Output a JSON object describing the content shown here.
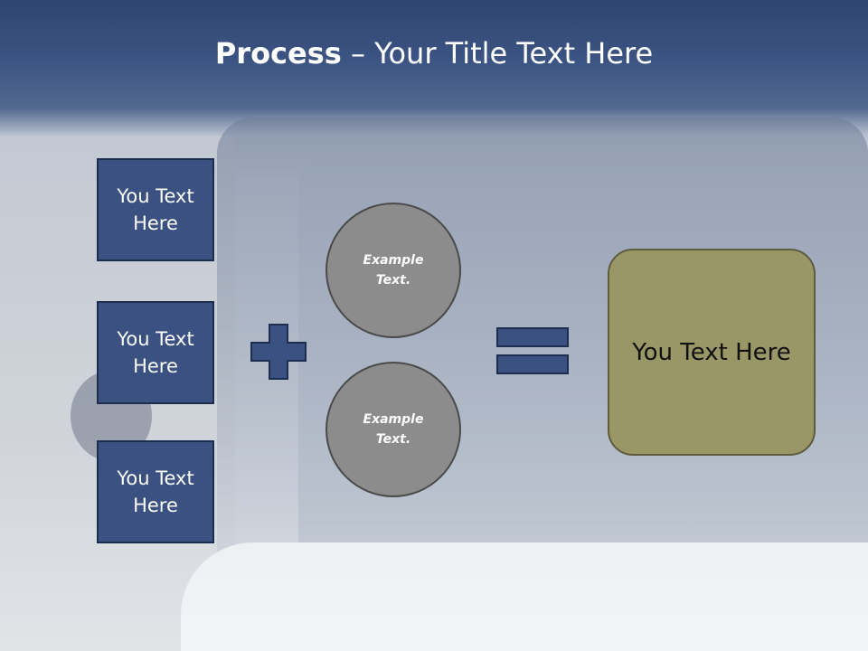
{
  "title": {
    "bold": "Process",
    "rest": " – Your Title Text Here"
  },
  "boxes": [
    "You Text Here",
    "You Text Here",
    "You Text Here"
  ],
  "circles": [
    "Example Text.",
    "Example Text."
  ],
  "result": "You Text Here",
  "colors": {
    "box": "#3a5181",
    "circle": "#8c8c8c",
    "result": "#9a9767",
    "operator": "#3a5181"
  }
}
